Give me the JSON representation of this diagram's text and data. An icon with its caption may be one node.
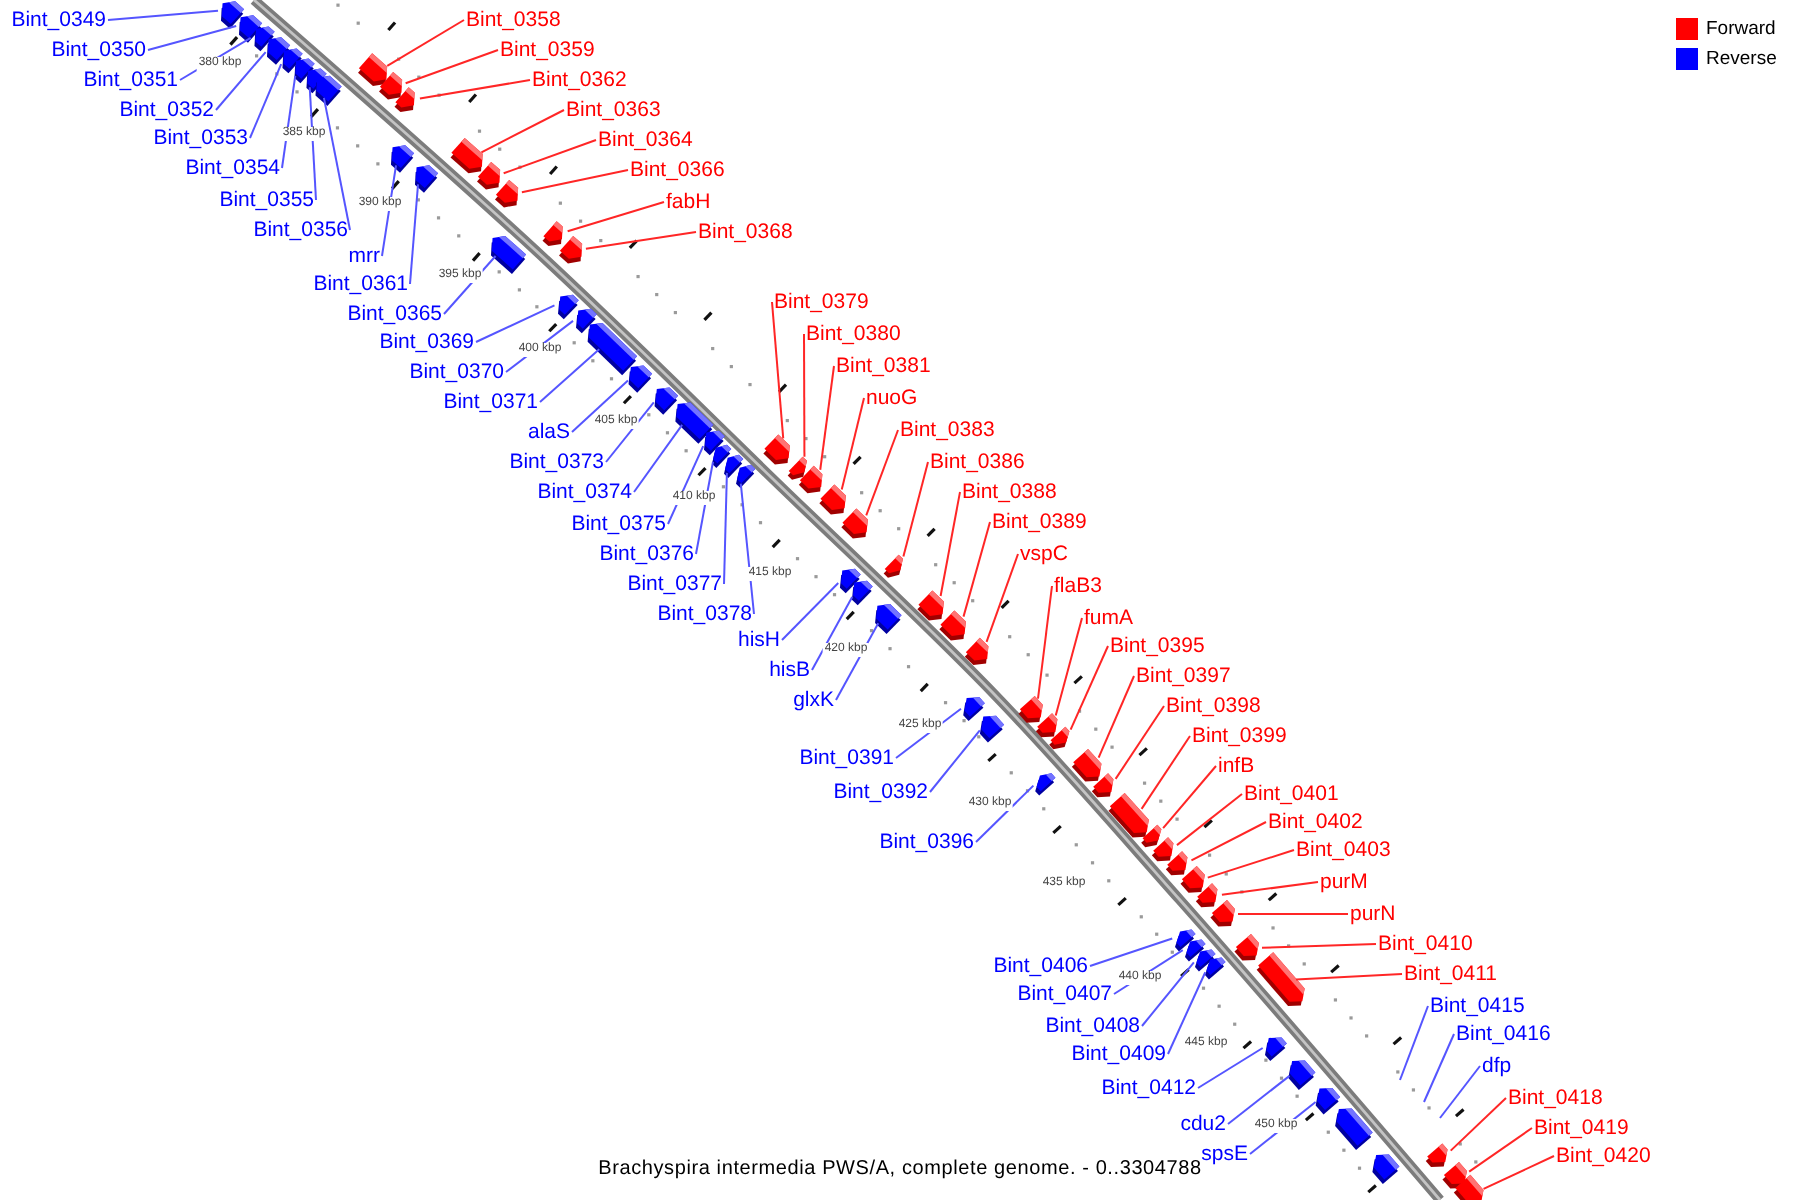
{
  "diagram": {
    "caption": "Brachyspira intermedia PWS/A, complete genome. - 0..3304788",
    "nodes": [
      {
        "text": [
          "Bint_0349"
        ]
      },
      {
        "text": [],
        "shape": "block"
      },
      {
        "text": [
          "Bint_0350"
        ]
      },
      {
        "text": [],
        "shape": "block"
      },
      {
        "text": [
          "Bint_0351"
        ]
      },
      {
        "text": [],
        "shape": "block"
      },
      {
        "text": [
          "Bint_0352"
        ]
      },
      {
        "text": [],
        "shape": "block"
      },
      {
        "text": [
          "Bint_0353"
        ]
      },
      {
        "text": [],
        "shape": "block"
      },
      {
        "text": [
          "Bint_0354"
        ]
      },
      {
        "text": [],
        "shape": "block"
      },
      {
        "text": [
          "Bint_0355"
        ]
      },
      {
        "text": [],
        "shape": "block"
      },
      {
        "text": [
          "Bint_0356"
        ]
      },
      {
        "text": [],
        "shape": "block"
      },
      {
        "text": [
          "Bint_0358"
        ]
      },
      {
        "text": [],
        "shape": "block"
      },
      {
        "text": [
          "Bint_0359"
        ]
      },
      {
        "text": [],
        "shape": "block"
      },
      {
        "text": [
          "Bint_0362"
        ]
      },
      {
        "text": [],
        "shape": "block"
      },
      {
        "text": [
          "mrr"
        ]
      },
      {
        "text": [],
        "shape": "block"
      },
      {
        "text": [
          "Bint_0361"
        ]
      },
      {
        "text": [],
        "shape": "block"
      },
      {
        "text": [
          "Bint_0363"
        ]
      },
      {
        "text": [],
        "shape": "block"
      },
      {
        "text": [
          "Bint_0364"
        ]
      },
      {
        "text": [],
        "shape": "block"
      },
      {
        "text": [
          "Bint_0366"
        ]
      },
      {
        "text": [],
        "shape": "block"
      },
      {
        "text": [
          "Bint_0365"
        ]
      },
      {
        "text": [],
        "shape": "block"
      },
      {
        "text": [
          "fabH"
        ]
      },
      {
        "text": [],
        "shape": "block"
      },
      {
        "text": [
          "Bint_0368"
        ]
      },
      {
        "text": [],
        "shape": "block"
      },
      {
        "text": [
          "Bint_0369"
        ]
      },
      {
        "text": [],
        "shape": "block"
      },
      {
        "text": [
          "Bint_0370"
        ]
      },
      {
        "text": [],
        "shape": "block"
      },
      {
        "text": [
          "Bint_0371"
        ]
      },
      {
        "text": [],
        "shape": "block"
      },
      {
        "text": [
          "alaS"
        ]
      },
      {
        "text": [],
        "shape": "block"
      },
      {
        "text": [
          "Bint_0373"
        ]
      },
      {
        "text": [],
        "shape": "block"
      },
      {
        "text": [
          "Bint_0374"
        ]
      },
      {
        "text": [],
        "shape": "block"
      },
      {
        "text": [
          "Bint_0375"
        ]
      },
      {
        "text": [],
        "shape": "block"
      },
      {
        "text": [
          "Bint_0376"
        ]
      },
      {
        "text": [],
        "shape": "block"
      },
      {
        "text": [
          "Bint_0377"
        ]
      },
      {
        "text": [],
        "shape": "block"
      },
      {
        "text": [
          "Bint_0379"
        ]
      },
      {
        "text": [],
        "shape": "block"
      },
      {
        "text": [
          "Bint_0380"
        ]
      },
      {
        "text": [],
        "shape": "block"
      },
      {
        "text": [
          "Bint_0381"
        ]
      },
      {
        "text": [],
        "shape": "block"
      },
      {
        "text": [
          "Bint_0378"
        ]
      },
      {
        "text": [],
        "shape": "block"
      },
      {
        "text": [
          "nuoG"
        ]
      },
      {
        "text": [],
        "shape": "block"
      },
      {
        "text": [
          "Bint_0383"
        ]
      },
      {
        "text": [],
        "shape": "block"
      },
      {
        "text": [
          "Bint_0386"
        ]
      },
      {
        "text": [],
        "shape": "block"
      },
      {
        "text": [
          "hisH"
        ]
      },
      {
        "text": [],
        "shape": "block"
      },
      {
        "text": [
          "hisB"
        ]
      },
      {
        "text": [],
        "shape": "block"
      },
      {
        "text": [
          "Bint_0388"
        ]
      },
      {
        "text": [],
        "shape": "block"
      },
      {
        "text": [
          "glxK"
        ]
      },
      {
        "text": [],
        "shape": "block"
      },
      {
        "text": [
          "Bint_0389"
        ]
      },
      {
        "text": [],
        "shape": "block"
      },
      {
        "text": [
          "vspC"
        ]
      },
      {
        "text": [],
        "shape": "block"
      },
      {
        "text": [
          "Bint_0391"
        ]
      },
      {
        "text": [],
        "shape": "block"
      },
      {
        "text": [
          "Bint_0392"
        ]
      },
      {
        "text": [],
        "shape": "block"
      },
      {
        "text": [
          "flaB3"
        ]
      },
      {
        "text": [],
        "shape": "block"
      },
      {
        "text": [
          "fumA"
        ]
      },
      {
        "text": [],
        "shape": "block"
      },
      {
        "text": [
          "Bint_0395"
        ]
      },
      {
        "text": [],
        "shape": "block"
      },
      {
        "text": [
          "Bint_0396"
        ]
      },
      {
        "text": [],
        "shape": "block"
      },
      {
        "text": [
          "Bint_0397"
        ]
      },
      {
        "text": [],
        "shape": "block"
      },
      {
        "text": [
          "Bint_0398"
        ]
      },
      {
        "text": [],
        "shape": "block"
      },
      {
        "text": [
          "Bint_0399"
        ]
      },
      {
        "text": [],
        "shape": "block"
      },
      {
        "text": [
          "infB"
        ]
      },
      {
        "text": [],
        "shape": "block"
      },
      {
        "text": [
          "Bint_0401"
        ]
      },
      {
        "text": [],
        "shape": "block"
      },
      {
        "text": [
          "Bint_0402"
        ]
      },
      {
        "text": [],
        "shape": "block"
      },
      {
        "text": [
          "Bint_0403"
        ]
      },
      {
        "text": [],
        "shape": "block"
      },
      {
        "text": [
          "purM"
        ]
      },
      {
        "text": [],
        "shape": "block"
      },
      {
        "text": [
          "purN"
        ]
      },
      {
        "text": [],
        "shape": "block"
      },
      {
        "text": [
          "Bint_0406"
        ]
      },
      {
        "text": [],
        "shape": "block"
      },
      {
        "text": [
          "Bint_0407"
        ]
      },
      {
        "text": [],
        "shape": "block"
      },
      {
        "text": [
          "Bint_0408"
        ]
      },
      {
        "text": [],
        "shape": "block"
      },
      {
        "text": [
          "Bint_0409"
        ]
      },
      {
        "text": [],
        "shape": "block"
      },
      {
        "text": [
          "Bint_0410"
        ]
      },
      {
        "text": [],
        "shape": "block"
      },
      {
        "text": [
          "Bint_0411"
        ]
      },
      {
        "text": [],
        "shape": "block"
      },
      {
        "text": [
          "Bint_0412"
        ]
      },
      {
        "text": [],
        "shape": "block"
      },
      {
        "text": [
          "cdu2"
        ]
      },
      {
        "text": [],
        "shape": "block"
      },
      {
        "text": [
          "spsE"
        ]
      },
      {
        "text": [],
        "shape": "block"
      },
      {
        "text": [
          "Bint_0415"
        ]
      },
      {
        "text": [
          "Bint_0416"
        ]
      },
      {
        "text": [
          "dfp"
        ]
      },
      {
        "text": [
          "Bint_0418"
        ]
      },
      {
        "text": [],
        "shape": "block"
      },
      {
        "text": [
          "Bint_0419"
        ]
      },
      {
        "text": [],
        "shape": "block"
      },
      {
        "text": [
          "Bint_0420"
        ]
      },
      {
        "text": [],
        "shape": "block"
      },
      {
        "text": [],
        "shape": "block"
      },
      {
        "text": [],
        "shape": "block"
      }
    ],
    "edges": [
      {
        "from": 0,
        "to": 1,
        "arrow": "none"
      },
      {
        "from": 2,
        "to": 3,
        "arrow": "none"
      },
      {
        "from": 4,
        "to": 5,
        "arrow": "none"
      },
      {
        "from": 6,
        "to": 7,
        "arrow": "none"
      },
      {
        "from": 8,
        "to": 9,
        "arrow": "none"
      },
      {
        "from": 10,
        "to": 11,
        "arrow": "none"
      },
      {
        "from": 12,
        "to": 13,
        "arrow": "none"
      },
      {
        "from": 14,
        "to": 15,
        "arrow": "none"
      },
      {
        "from": 16,
        "to": 17,
        "arrow": "none",
        "color": "#ff0000"
      },
      {
        "from": 18,
        "to": 19,
        "arrow": "none",
        "color": "#ff0000"
      },
      {
        "from": 20,
        "to": 21,
        "arrow": "none",
        "color": "#ff0000"
      },
      {
        "from": 22,
        "to": 23,
        "arrow": "none"
      },
      {
        "from": 24,
        "to": 25,
        "arrow": "none"
      },
      {
        "from": 26,
        "to": 27,
        "arrow": "none",
        "color": "#ff0000"
      },
      {
        "from": 28,
        "to": 29,
        "arrow": "none",
        "color": "#ff0000"
      },
      {
        "from": 30,
        "to": 31,
        "arrow": "none",
        "color": "#ff0000"
      },
      {
        "from": 32,
        "to": 33,
        "arrow": "none"
      },
      {
        "from": 34,
        "to": 35,
        "arrow": "none",
        "color": "#ff0000"
      },
      {
        "from": 36,
        "to": 37,
        "arrow": "none",
        "color": "#ff0000"
      },
      {
        "from": 38,
        "to": 39,
        "arrow": "none"
      },
      {
        "from": 40,
        "to": 41,
        "arrow": "none"
      },
      {
        "from": 42,
        "to": 43,
        "arrow": "none"
      },
      {
        "from": 44,
        "to": 45,
        "arrow": "none"
      },
      {
        "from": 46,
        "to": 47,
        "arrow": "none"
      },
      {
        "from": 48,
        "to": 49,
        "arrow": "none"
      },
      {
        "from": 50,
        "to": 51,
        "arrow": "none"
      },
      {
        "from": 52,
        "to": 53,
        "arrow": "none"
      },
      {
        "from": 54,
        "to": 55,
        "arrow": "none"
      },
      {
        "from": 56,
        "to": 57,
        "arrow": "none",
        "color": "#ff0000"
      },
      {
        "from": 58,
        "to": 59,
        "arrow": "none",
        "color": "#ff0000"
      },
      {
        "from": 60,
        "to": 61,
        "arrow": "none",
        "color": "#ff0000"
      },
      {
        "from": 62,
        "to": 63,
        "arrow": "none"
      },
      {
        "from": 64,
        "to": 65,
        "arrow": "none",
        "color": "#ff0000"
      },
      {
        "from": 66,
        "to": 67,
        "arrow": "none",
        "color": "#ff0000"
      },
      {
        "from": 68,
        "to": 69,
        "arrow": "none",
        "color": "#ff0000"
      },
      {
        "from": 70,
        "to": 71,
        "arrow": "none"
      },
      {
        "from": 72,
        "to": 73,
        "arrow": "none"
      },
      {
        "from": 74,
        "to": 75,
        "arrow": "none",
        "color": "#ff0000"
      },
      {
        "from": 76,
        "to": 77,
        "arrow": "none"
      },
      {
        "from": 78,
        "to": 79,
        "arrow": "none",
        "color": "#ff0000"
      },
      {
        "from": 80,
        "to": 81,
        "arrow": "none",
        "color": "#ff0000"
      },
      {
        "from": 82,
        "to": 83,
        "arrow": "none"
      },
      {
        "from": 84,
        "to": 85,
        "arrow": "none"
      },
      {
        "from": 86,
        "to": 87,
        "arrow": "none",
        "color": "#ff0000"
      },
      {
        "from": 88,
        "to": 89,
        "arrow": "none",
        "color": "#ff0000"
      },
      {
        "from": 90,
        "to": 91,
        "arrow": "none",
        "color": "#ff0000"
      },
      {
        "from": 92,
        "to": 93,
        "arrow": "none"
      },
      {
        "from": 94,
        "to": 95,
        "arrow": "none",
        "color": "#ff0000"
      },
      {
        "from": 96,
        "to": 97,
        "arrow": "none",
        "color": "#ff0000"
      },
      {
        "from": 98,
        "to": 99,
        "arrow": "none",
        "color": "#ff0000"
      },
      {
        "from": 100,
        "to": 101,
        "arrow": "none",
        "color": "#ff0000"
      },
      {
        "from": 102,
        "to": 103,
        "arrow": "none",
        "color": "#ff0000"
      },
      {
        "from": 104,
        "to": 105,
        "arrow": "none",
        "color": "#ff0000"
      },
      {
        "from": 106,
        "to": 107,
        "arrow": "none",
        "color": "#ff0000"
      },
      {
        "from": 108,
        "to": 109,
        "arrow": "none",
        "color": "#ff0000"
      },
      {
        "from": 110,
        "to": 111,
        "arrow": "none",
        "color": "#ff0000"
      },
      {
        "from": 112,
        "to": 113,
        "arrow": "none"
      },
      {
        "from": 114,
        "to": 115,
        "arrow": "none"
      },
      {
        "from": 116,
        "to": 117,
        "arrow": "none"
      },
      {
        "from": 118,
        "to": 119,
        "arrow": "none"
      },
      {
        "from": 120,
        "to": 121,
        "arrow": "none",
        "color": "#ff0000"
      },
      {
        "from": 122,
        "to": 123,
        "arrow": "none",
        "color": "#ff0000"
      },
      {
        "from": 124,
        "to": 125,
        "arrow": "none"
      },
      {
        "from": 126,
        "to": 127,
        "arrow": "none"
      },
      {
        "from": 128,
        "to": 129,
        "arrow": "none"
      },
      {
        "from": 130,
        "to": null,
        "arrow": "none"
      },
      {
        "from": 131,
        "to": null,
        "arrow": "none"
      },
      {
        "from": 132,
        "to": null,
        "arrow": "none"
      },
      {
        "from": 133,
        "to": 134,
        "arrow": "none",
        "color": "#ff0000"
      },
      {
        "from": 135,
        "to": 136,
        "arrow": "none",
        "color": "#ff0000"
      },
      {
        "from": 137,
        "to": 138,
        "arrow": "none",
        "color": "#ff0000"
      }
    ],
    "labels": [
      "380 kbp",
      "385 kbp",
      "390 kbp",
      "395 kbp",
      "400 kbp",
      "405 kbp",
      "410 kbp",
      "415 kbp",
      "420 kbp",
      "425 kbp",
      "430 kbp",
      "435 kbp",
      "440 kbp",
      "445 kbp",
      "450 kbp"
    ],
    "legend": [
      {
        "text": "Forward",
        "color": "#ff0000"
      },
      {
        "text": "Reverse",
        "color": "#0000ff"
      }
    ]
  }
}
